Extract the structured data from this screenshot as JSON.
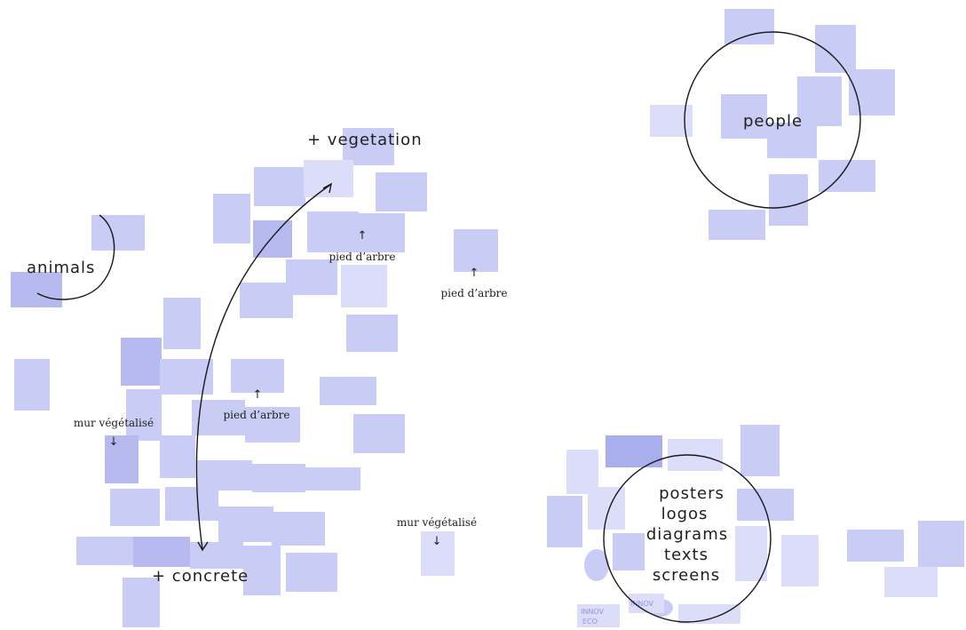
{
  "clusters": {
    "animals": "animals",
    "vegetation": "+ vegetation",
    "concrete": "+ concrete",
    "people": "people",
    "media": [
      "posters",
      "logos",
      "diagrams",
      "texts",
      "screens"
    ]
  },
  "annotations": {
    "pied_arbre_1": "pied d’arbre",
    "pied_arbre_2": "pied d’arbre",
    "pied_arbre_3": "pied d’arbre",
    "mur_vegetalise_1": "mur végétalisé",
    "mur_vegetalise_2": "mur végétalisé"
  },
  "image_text": {
    "logo_1": "INNOV",
    "logo_2": "ECO",
    "logo_3": "INNOV"
  },
  "colors": {
    "thumbnail_tint": "#c9ccf4",
    "ink": "#1a1a1a",
    "background": "#ffffff"
  }
}
